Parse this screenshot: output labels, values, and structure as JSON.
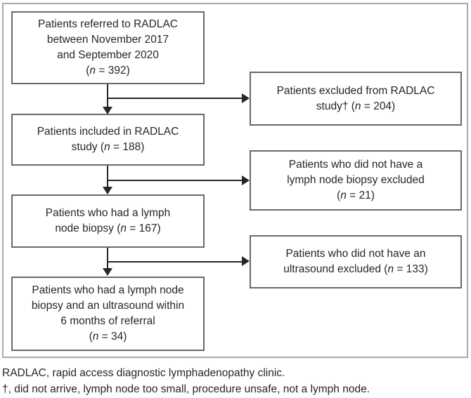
{
  "figure": {
    "type": "flowchart",
    "boxes": [
      {
        "id": "referred",
        "lines": [
          "Patients referred to RADLAC",
          "between November 2017",
          "and September 2020",
          "(n = 392)"
        ]
      },
      {
        "id": "included",
        "lines": [
          "Patients included in RADLAC",
          "study (n = 188)"
        ]
      },
      {
        "id": "biopsy",
        "lines": [
          "Patients who had a lymph",
          "node biopsy (n = 167)"
        ]
      },
      {
        "id": "biopsy-ultrasound",
        "lines": [
          "Patients who had a lymph node",
          "biopsy and an ultrasound within",
          "6 months of referral",
          "(n = 34)"
        ]
      },
      {
        "id": "excluded-study",
        "lines": [
          "Patients excluded from RADLAC",
          "study† (n = 204)"
        ]
      },
      {
        "id": "excluded-biopsy",
        "lines": [
          "Patients who did not have a",
          "lymph node biopsy excluded",
          "(n = 21)"
        ]
      },
      {
        "id": "excluded-ultrasound",
        "lines": [
          "Patients who did not have an",
          "ultrasound excluded (n = 133)"
        ]
      }
    ],
    "counts": {
      "referred": 392,
      "included": 188,
      "biopsy": 167,
      "biopsy_and_ultrasound": 34,
      "excluded_study": 204,
      "excluded_no_biopsy": 21,
      "excluded_no_ultrasound": 133
    },
    "footnotes": [
      "RADLAC, rapid access diagnostic lymphadenopathy clinic.",
      "†, did not arrive, lymph node too small, procedure unsafe, not a lymph node."
    ],
    "colors": {
      "background": "#ffffff",
      "frame_border": "#a9a9a9",
      "box_border": "#696969",
      "arrow": "#262626",
      "text": "#262626"
    }
  }
}
